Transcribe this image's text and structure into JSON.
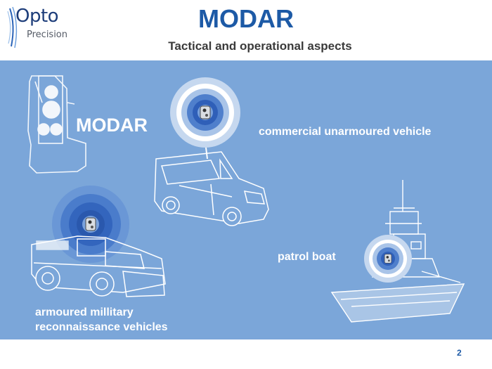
{
  "logo": {
    "line1": "Opto",
    "line2": "Precision"
  },
  "header": {
    "title": "MODAR",
    "subtitle": "Tactical and operational aspects"
  },
  "panel": {
    "device_label": "MODAR",
    "labels": {
      "commercial": "commercial unarmoured vehicle",
      "patrol": "patrol boat",
      "armoured": "armoured millitary reconnaissance vehicles"
    }
  },
  "footer": {
    "page_number": "2"
  },
  "colors": {
    "title": "#1d5aa6",
    "panel_bg": "#7ba6d9",
    "ring_dark": "#3b6fc4",
    "ring_light": "#ffffff"
  },
  "icons": [
    "opto-logo-icon",
    "modar-device-icon",
    "radar-signal-icon",
    "van-icon",
    "armoured-vehicle-icon",
    "patrol-boat-icon"
  ]
}
